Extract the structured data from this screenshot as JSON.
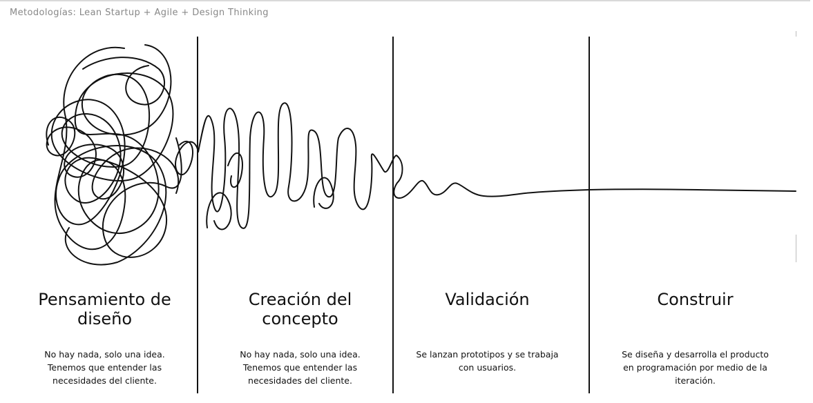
{
  "header": {
    "title": "Metodologías: Lean Startup + Agile + Design Thinking"
  },
  "phases": [
    {
      "title": "Pensamiento de diseño",
      "description": "No hay nada, solo una idea. Tenemos que entender las necesidades del cliente."
    },
    {
      "title": "Creación del concepto",
      "description": "No hay nada, solo una idea. Tenemos que entender las necesidades del cliente."
    },
    {
      "title": "Validación",
      "description": "Se lanzan prototipos y se trabaja con usuarios."
    },
    {
      "title": "Construir",
      "description": "Se diseña y desarrolla el producto en programación por medio de la iteración."
    }
  ],
  "colors": {
    "ink": "#111111",
    "header_text": "#888888",
    "rule": "#d9d9d9"
  }
}
